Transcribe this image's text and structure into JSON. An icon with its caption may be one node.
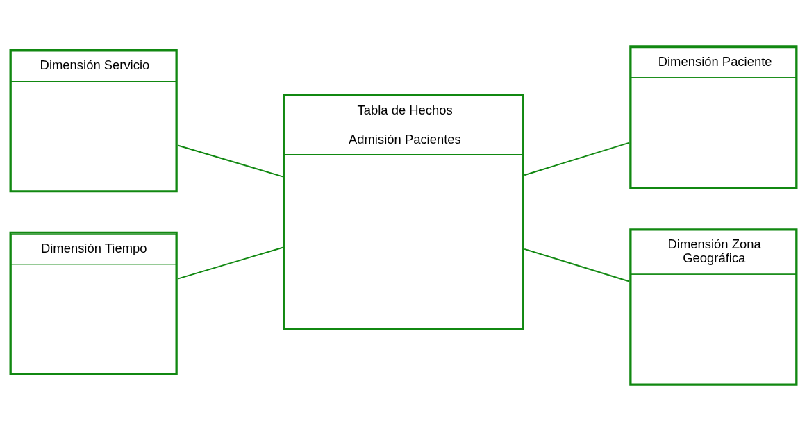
{
  "diagram": {
    "nodes": [
      {
        "text": [
          "Dimensión Servicio"
        ]
      },
      {
        "text": [
          "Dimensión Paciente"
        ]
      },
      {
        "text": [
          "Tabla de Hechos",
          "Admisión Pacientes"
        ]
      },
      {
        "text": [
          "Dimensión Zona Geográfica"
        ]
      },
      {
        "text": [
          "Dimensión Tiempo"
        ]
      }
    ],
    "edges": [
      {
        "from": 0,
        "to": 2,
        "arrow": "none"
      },
      {
        "from": 4,
        "to": 2,
        "arrow": "none"
      },
      {
        "from": 2,
        "to": 1,
        "arrow": "none"
      },
      {
        "from": 2,
        "to": 3,
        "arrow": "none"
      }
    ]
  }
}
